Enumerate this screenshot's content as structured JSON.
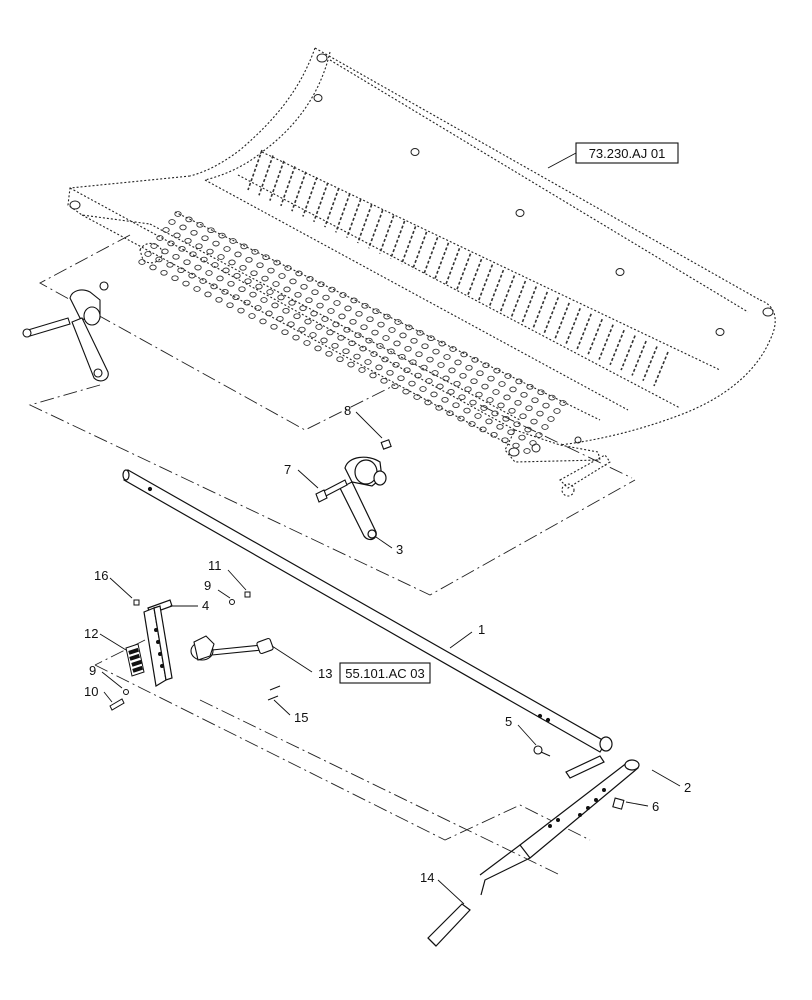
{
  "diagram": {
    "references": {
      "top_ref": "73.230.AJ 01",
      "sensor_ref": "55.101.AC 03"
    },
    "callouts": {
      "c1": "1",
      "c2": "2",
      "c3": "3",
      "c4": "4",
      "c5": "5",
      "c6": "6",
      "c7": "7",
      "c8": "8",
      "c9a": "9",
      "c9b": "9",
      "c10": "10",
      "c11": "11",
      "c12": "12",
      "c13": "13",
      "c14": "14",
      "c15": "15",
      "c16": "16"
    }
  }
}
